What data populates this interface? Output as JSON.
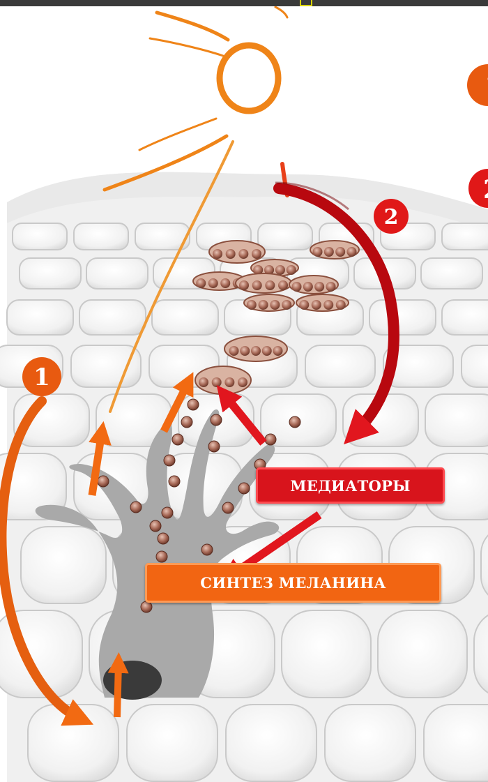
{
  "labels": {
    "mediators": "МЕДИАТОРЫ",
    "melanin_synthesis": "СИНТЕЗ МЕЛАНИНА"
  },
  "markers": {
    "step1": "1",
    "step2": "2"
  },
  "colors": {
    "sun": "#ef8418",
    "orange_arrow": "#f26a12",
    "red_arrow": "#d8141c",
    "dark_red_arrow": "#b8080f",
    "melanocyte": "#a7a7a7",
    "melanosome": "#9a5a48",
    "cell_outline": "#c9c9c9",
    "step_badge": "#e01818",
    "step1_badge": "#e85a10"
  }
}
